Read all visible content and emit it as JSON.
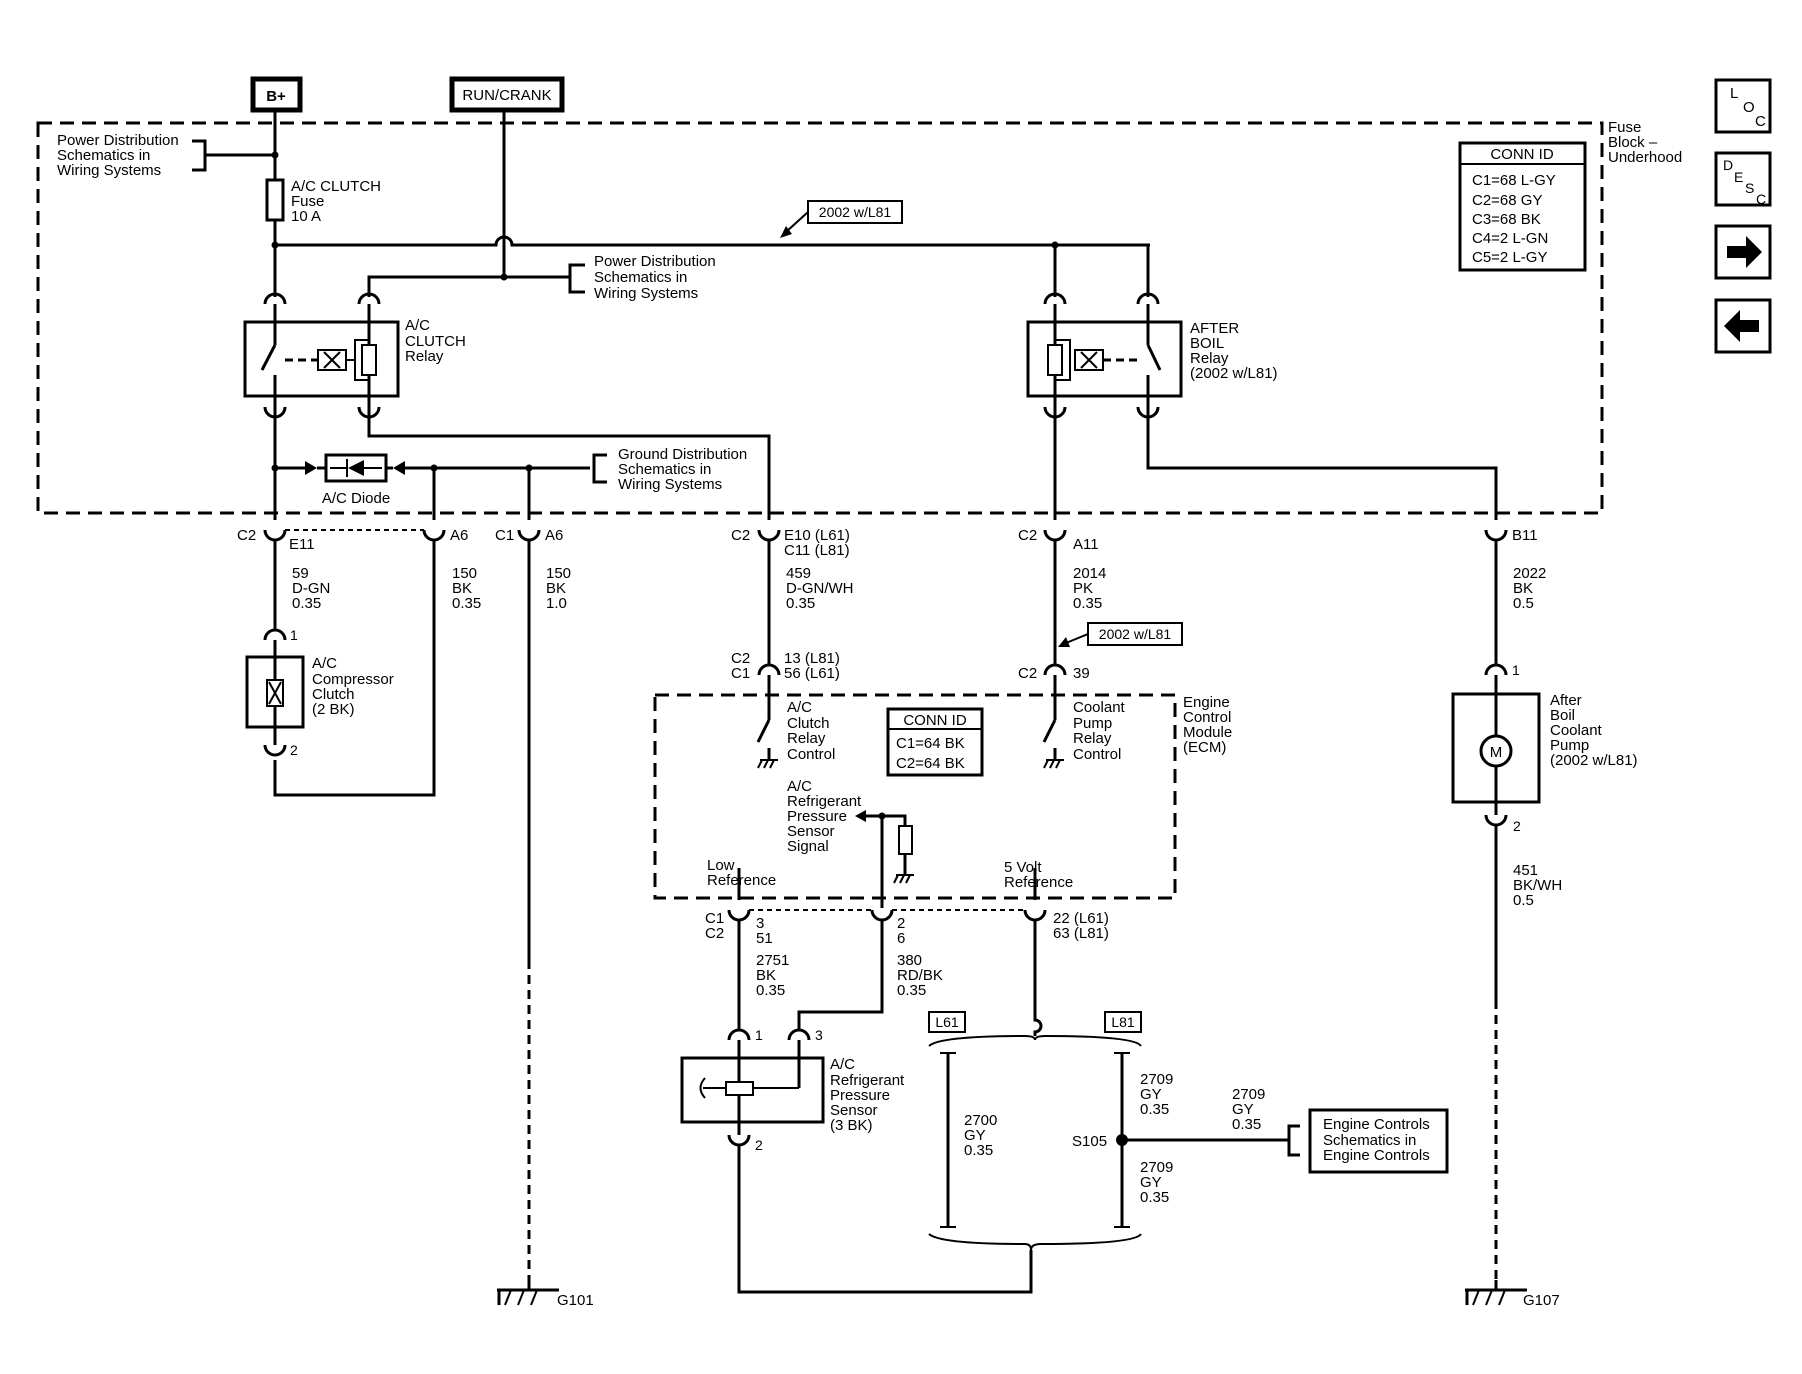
{
  "terminals": {
    "bplus": "B+",
    "runcrank": "RUN/CRANK"
  },
  "fuse_block": [
    "Fuse",
    "Block –",
    "Underhood"
  ],
  "refs": {
    "pd1": [
      "Power Distribution",
      "Schematics in",
      "Wiring Systems"
    ],
    "pd2": [
      "Power Distribution",
      "Schematics in",
      "Wiring Systems"
    ],
    "gd": [
      "Ground Distribution",
      "Schematics in",
      "Wiring Systems"
    ],
    "ec": [
      "Engine Controls",
      "Schematics in",
      "Engine Controls"
    ]
  },
  "fuse": [
    "A/C CLUTCH",
    "Fuse",
    "10 A"
  ],
  "option_2002": "2002 w/L81",
  "conn_id_fuse": {
    "title": "CONN ID",
    "rows": [
      "C1=68 L-GY",
      "C2=68 GY",
      "C3=68 BK",
      "C4=2 L-GN",
      "C5=2 L-GY"
    ]
  },
  "conn_id_ecm": {
    "title": "CONN ID",
    "rows": [
      "C1=64 BK",
      "C2=64 BK"
    ]
  },
  "relays": {
    "ac": [
      "A/C",
      "CLUTCH",
      "Relay"
    ],
    "ab": [
      "AFTER",
      "BOIL",
      "Relay",
      "(2002 w/L81)"
    ]
  },
  "diode": "A/C Diode",
  "connectors": {
    "c2_e11": [
      "C2",
      "E11"
    ],
    "a6": "A6",
    "c1_a6": [
      "C1",
      "A6"
    ],
    "c2_e10": [
      "C2",
      "E10 (L61)",
      "C11 (L81)"
    ],
    "c2_a11": [
      "C2",
      "A11"
    ],
    "b11": "B11",
    "ecm_in_l": [
      "C2",
      "C1"
    ],
    "ecm_in_r": [
      "13 (L81)",
      "56 (L61)"
    ],
    "c2_39": [
      "C2",
      "39"
    ],
    "bottom_c": [
      "C1",
      "C2"
    ],
    "pin_3_51": [
      "3",
      "51"
    ],
    "pin_2_6": [
      "2",
      "6"
    ],
    "pin_22_63": [
      "22 (L61)",
      "63 (L81)"
    ]
  },
  "wires": {
    "w59": [
      "59",
      "D-GN",
      "0.35"
    ],
    "w150a": [
      "150",
      "BK",
      "0.35"
    ],
    "w150b": [
      "150",
      "BK",
      "1.0"
    ],
    "w459": [
      "459",
      "D-GN/WH",
      "0.35"
    ],
    "w2014": [
      "2014",
      "PK",
      "0.35"
    ],
    "w2022": [
      "2022",
      "BK",
      "0.5"
    ],
    "w451": [
      "451",
      "BK/WH",
      "0.5"
    ],
    "w2751": [
      "2751",
      "BK",
      "0.35"
    ],
    "w380": [
      "380",
      "RD/BK",
      "0.35"
    ],
    "w2700": [
      "2700",
      "GY",
      "0.35"
    ],
    "w2709a": [
      "2709",
      "GY",
      "0.35"
    ],
    "w2709b": [
      "2709",
      "GY",
      "0.35"
    ],
    "w2709c": [
      "2709",
      "GY",
      "0.35"
    ]
  },
  "compressor": [
    "A/C",
    "Compressor",
    "Clutch",
    "(2 BK)"
  ],
  "ecm": [
    "Engine",
    "Control",
    "Module",
    "(ECM)"
  ],
  "ecm_labels": {
    "ac_relay": [
      "A/C",
      "Clutch",
      "Relay",
      "Control"
    ],
    "coolant": [
      "Coolant",
      "Pump",
      "Relay",
      "Control"
    ],
    "pressure": [
      "A/C",
      "Refrigerant",
      "Pressure",
      "Sensor",
      "Signal"
    ],
    "low_ref": [
      "Low",
      "Reference"
    ],
    "v5_ref": [
      "5 Volt",
      "Reference"
    ]
  },
  "pump": [
    "After",
    "Boil",
    "Coolant",
    "Pump",
    "(2002 w/L81)"
  ],
  "motor": "M",
  "sensor": [
    "A/C",
    "Refrigerant",
    "Pressure",
    "Sensor",
    "(3 BK)"
  ],
  "options": {
    "l61": "L61",
    "l81": "L81"
  },
  "splice": "S105",
  "grounds": {
    "g101": "G101",
    "g107": "G107"
  },
  "pins": {
    "one": "1",
    "two": "2",
    "three": "3"
  },
  "nav": {
    "loc": [
      "L",
      "O",
      "C"
    ],
    "desc": [
      "D",
      "E",
      "S",
      "C"
    ]
  }
}
